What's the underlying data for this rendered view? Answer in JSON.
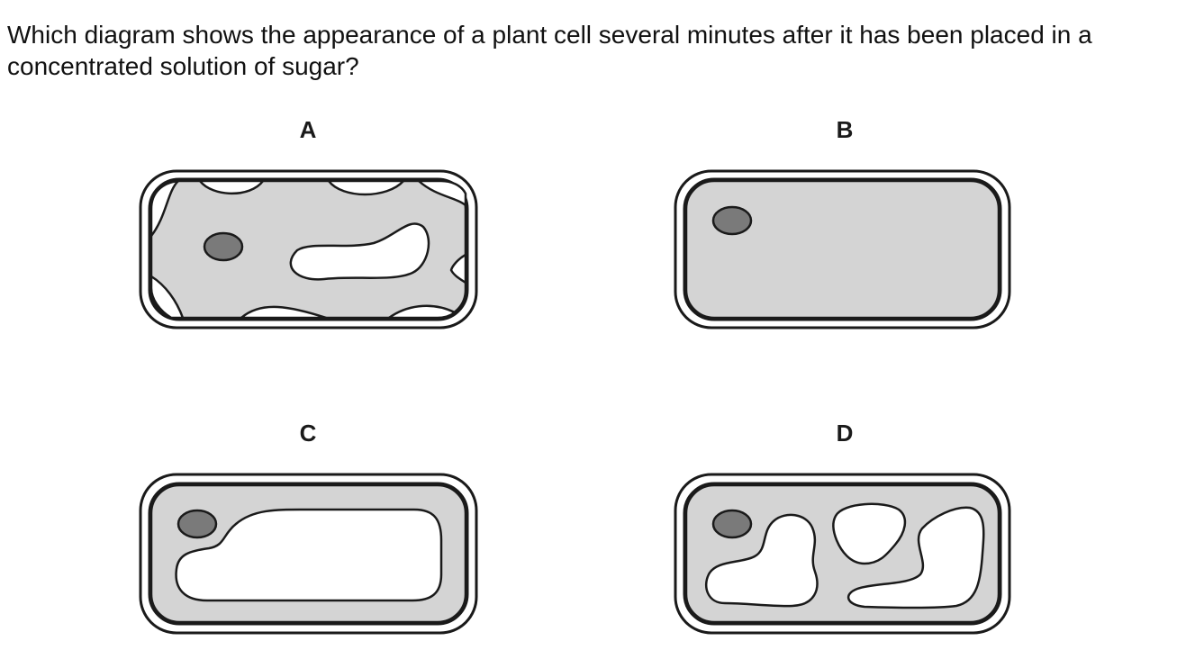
{
  "question": {
    "line1": "Which diagram shows the appearance of a plant cell several minutes after it has been placed in a",
    "line2": "concentrated solution of sugar?"
  },
  "options": {
    "a": {
      "label": "A"
    },
    "b": {
      "label": "B"
    },
    "c": {
      "label": "C"
    },
    "d": {
      "label": "D"
    }
  },
  "colors": {
    "cytoplasm": "#d4d4d4",
    "nucleus": "#7a7a7a",
    "outline": "#1a1a1a"
  }
}
